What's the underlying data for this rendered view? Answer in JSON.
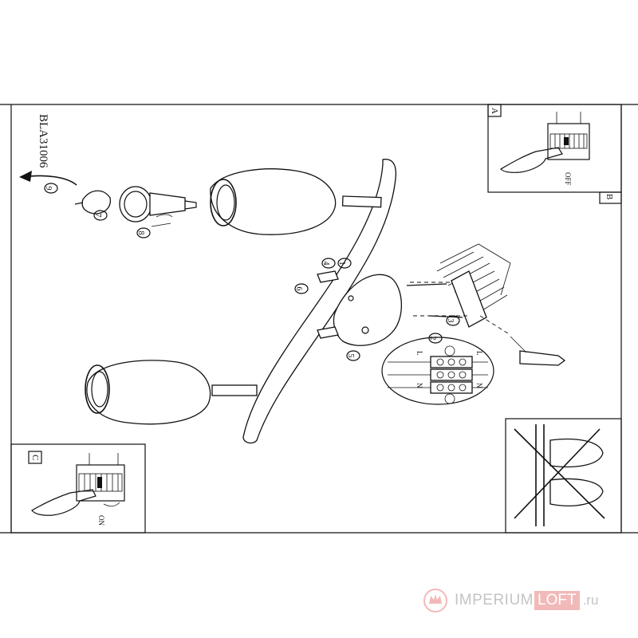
{
  "product_code": "BLA31006",
  "panels": {
    "a": "A",
    "b": "B",
    "c": "C"
  },
  "switch_labels": {
    "off": "OFF",
    "on": "ON"
  },
  "step_numbers": [
    "1",
    "2",
    "3",
    "4",
    "5",
    "6",
    "7",
    "8",
    "9"
  ],
  "wiring_labels": {
    "l": "L",
    "n": "N"
  },
  "watermark": {
    "name": "IMPERIUM",
    "highlight": "LOFT",
    "tld": ".ru",
    "highlight_color": "#f2b9b9"
  }
}
